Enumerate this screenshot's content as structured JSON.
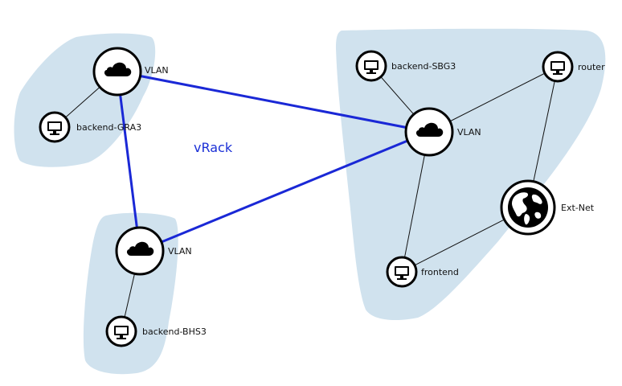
{
  "diagram": {
    "title": "vRack",
    "colors": {
      "region_fill": "#d0e2ee",
      "vrack_link": "#1a28d6",
      "local_link": "#111111",
      "node_stroke": "#000000",
      "node_fill": "#ffffff",
      "globe_fill": "#000000"
    },
    "nodes": {
      "vlan_gra": {
        "label": "VLAN",
        "icon": "cloud-icon"
      },
      "server_gra": {
        "label": "backend-GRA3",
        "icon": "monitor-icon"
      },
      "vlan_bhs": {
        "label": "VLAN",
        "icon": "cloud-icon"
      },
      "server_bhs": {
        "label": "backend-BHS3",
        "icon": "monitor-icon"
      },
      "vlan_sbg": {
        "label": "VLAN",
        "icon": "cloud-icon"
      },
      "server_sbg": {
        "label": "backend-SBG3",
        "icon": "monitor-icon"
      },
      "router": {
        "label": "router",
        "icon": "monitor-icon"
      },
      "frontend": {
        "label": "frontend",
        "icon": "monitor-icon"
      },
      "extnet": {
        "label": "Ext-Net",
        "icon": "globe-icon"
      }
    },
    "links": [
      {
        "from": "vlan_gra",
        "to": "vlan_sbg",
        "kind": "vrack"
      },
      {
        "from": "vlan_gra",
        "to": "vlan_bhs",
        "kind": "vrack"
      },
      {
        "from": "vlan_bhs",
        "to": "vlan_sbg",
        "kind": "vrack"
      },
      {
        "from": "vlan_gra",
        "to": "server_gra",
        "kind": "local"
      },
      {
        "from": "vlan_bhs",
        "to": "server_bhs",
        "kind": "local"
      },
      {
        "from": "vlan_sbg",
        "to": "server_sbg",
        "kind": "local"
      },
      {
        "from": "vlan_sbg",
        "to": "router",
        "kind": "local"
      },
      {
        "from": "vlan_sbg",
        "to": "frontend",
        "kind": "local"
      },
      {
        "from": "router",
        "to": "extnet",
        "kind": "local"
      },
      {
        "from": "frontend",
        "to": "extnet",
        "kind": "local"
      }
    ]
  }
}
